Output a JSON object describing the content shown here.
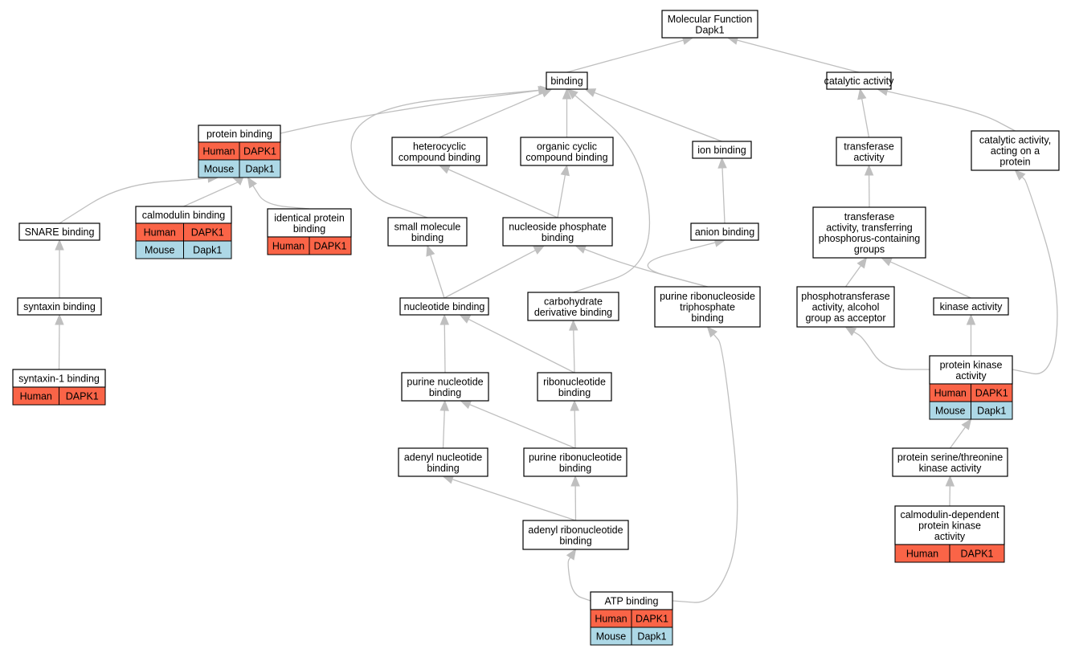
{
  "colors": {
    "human": "#fa6447",
    "mouse": "#add8e6",
    "edge": "#bfbfbf"
  },
  "nodes": {
    "mf": {
      "lines": [
        "Molecular Function",
        "Dapk1"
      ]
    },
    "binding": {
      "lines": [
        "binding"
      ]
    },
    "catalytic": {
      "lines": [
        "catalytic activity"
      ]
    },
    "protein_binding": {
      "lines": [
        "protein binding"
      ],
      "table": [
        [
          "Human",
          "DAPK1"
        ],
        [
          "Mouse",
          "Dapk1"
        ]
      ]
    },
    "heterocyclic": {
      "lines": [
        "heterocyclic",
        "compound binding"
      ]
    },
    "organic_cyclic": {
      "lines": [
        "organic cyclic",
        "compound binding"
      ]
    },
    "ion_binding": {
      "lines": [
        "ion binding"
      ]
    },
    "transferase": {
      "lines": [
        "transferase",
        "activity"
      ]
    },
    "cat_protein": {
      "lines": [
        "catalytic activity,",
        "acting on a",
        "protein"
      ]
    },
    "snare": {
      "lines": [
        "SNARE binding"
      ]
    },
    "calmodulin": {
      "lines": [
        "calmodulin binding"
      ],
      "table": [
        [
          "Human",
          "DAPK1"
        ],
        [
          "Mouse",
          "Dapk1"
        ]
      ]
    },
    "identical": {
      "lines": [
        "identical protein",
        "binding"
      ],
      "table": [
        [
          "Human",
          "DAPK1"
        ]
      ]
    },
    "small_molecule": {
      "lines": [
        "small molecule",
        "binding"
      ]
    },
    "nucleoside_phosphate": {
      "lines": [
        "nucleoside phosphate",
        "binding"
      ]
    },
    "anion": {
      "lines": [
        "anion binding"
      ]
    },
    "transferase_phos": {
      "lines": [
        "transferase",
        "activity, transferring",
        "phosphorus-containing",
        "groups"
      ]
    },
    "syntaxin": {
      "lines": [
        "syntaxin binding"
      ]
    },
    "nucleotide": {
      "lines": [
        "nucleotide binding"
      ]
    },
    "carbohydrate": {
      "lines": [
        "carbohydrate",
        "derivative binding"
      ]
    },
    "purine_rnts": {
      "lines": [
        "purine ribonucleoside",
        "triphosphate",
        "binding"
      ]
    },
    "phosphotransferase": {
      "lines": [
        "phosphotransferase",
        "activity, alcohol",
        "group as acceptor"
      ]
    },
    "kinase": {
      "lines": [
        "kinase activity"
      ]
    },
    "syntaxin1": {
      "lines": [
        "syntaxin-1 binding"
      ],
      "table": [
        [
          "Human",
          "DAPK1"
        ]
      ]
    },
    "purine_nt": {
      "lines": [
        "purine nucleotide",
        "binding"
      ]
    },
    "ribonucleotide": {
      "lines": [
        "ribonucleotide",
        "binding"
      ]
    },
    "protein_kinase": {
      "lines": [
        "protein kinase",
        "activity"
      ],
      "table": [
        [
          "Human",
          "DAPK1"
        ],
        [
          "Mouse",
          "Dapk1"
        ]
      ]
    },
    "adenyl_nt": {
      "lines": [
        "adenyl nucleotide",
        "binding"
      ]
    },
    "purine_rnt": {
      "lines": [
        "purine ribonucleotide",
        "binding"
      ]
    },
    "ser_thr": {
      "lines": [
        "protein serine/threonine",
        "kinase activity"
      ]
    },
    "adenyl_rnt": {
      "lines": [
        "adenyl ribonucleotide",
        "binding"
      ]
    },
    "calmodulin_dep": {
      "lines": [
        "calmodulin-dependent",
        "protein kinase",
        "activity"
      ],
      "table": [
        [
          "Human",
          "DAPK1"
        ]
      ]
    },
    "atp": {
      "lines": [
        "ATP binding"
      ],
      "table": [
        [
          "Human",
          "DAPK1"
        ],
        [
          "Mouse",
          "Dapk1"
        ]
      ]
    }
  },
  "edges": [
    {
      "from": "binding",
      "to": "mf"
    },
    {
      "from": "catalytic",
      "to": "mf"
    },
    {
      "from": "protein_binding",
      "to": "binding"
    },
    {
      "from": "heterocyclic",
      "to": "binding"
    },
    {
      "from": "organic_cyclic",
      "to": "binding"
    },
    {
      "from": "ion_binding",
      "to": "binding"
    },
    {
      "from": "small_molecule",
      "to": "binding"
    },
    {
      "from": "carbohydrate",
      "to": "binding"
    },
    {
      "from": "transferase",
      "to": "catalytic"
    },
    {
      "from": "cat_protein",
      "to": "catalytic"
    },
    {
      "from": "snare",
      "to": "protein_binding"
    },
    {
      "from": "calmodulin",
      "to": "protein_binding"
    },
    {
      "from": "identical",
      "to": "protein_binding"
    },
    {
      "from": "nucleoside_phosphate",
      "to": "heterocyclic"
    },
    {
      "from": "nucleoside_phosphate",
      "to": "organic_cyclic"
    },
    {
      "from": "anion",
      "to": "ion_binding"
    },
    {
      "from": "transferase_phos",
      "to": "transferase"
    },
    {
      "from": "syntaxin",
      "to": "snare"
    },
    {
      "from": "nucleotide",
      "to": "small_molecule"
    },
    {
      "from": "nucleotide",
      "to": "nucleoside_phosphate"
    },
    {
      "from": "purine_rnts",
      "to": "nucleoside_phosphate"
    },
    {
      "from": "purine_rnts",
      "to": "anion"
    },
    {
      "from": "phosphotransferase",
      "to": "transferase_phos"
    },
    {
      "from": "kinase",
      "to": "transferase_phos"
    },
    {
      "from": "syntaxin1",
      "to": "syntaxin"
    },
    {
      "from": "purine_nt",
      "to": "nucleotide"
    },
    {
      "from": "ribonucleotide",
      "to": "nucleotide"
    },
    {
      "from": "ribonucleotide",
      "to": "carbohydrate"
    },
    {
      "from": "protein_kinase",
      "to": "phosphotransferase"
    },
    {
      "from": "protein_kinase",
      "to": "kinase"
    },
    {
      "from": "protein_kinase",
      "to": "cat_protein"
    },
    {
      "from": "adenyl_nt",
      "to": "purine_nt"
    },
    {
      "from": "purine_rnt",
      "to": "purine_nt"
    },
    {
      "from": "purine_rnt",
      "to": "ribonucleotide"
    },
    {
      "from": "ser_thr",
      "to": "protein_kinase"
    },
    {
      "from": "adenyl_rnt",
      "to": "adenyl_nt"
    },
    {
      "from": "adenyl_rnt",
      "to": "purine_rnt"
    },
    {
      "from": "calmodulin_dep",
      "to": "ser_thr"
    },
    {
      "from": "atp",
      "to": "adenyl_rnt"
    },
    {
      "from": "atp",
      "to": "purine_rnts"
    }
  ]
}
